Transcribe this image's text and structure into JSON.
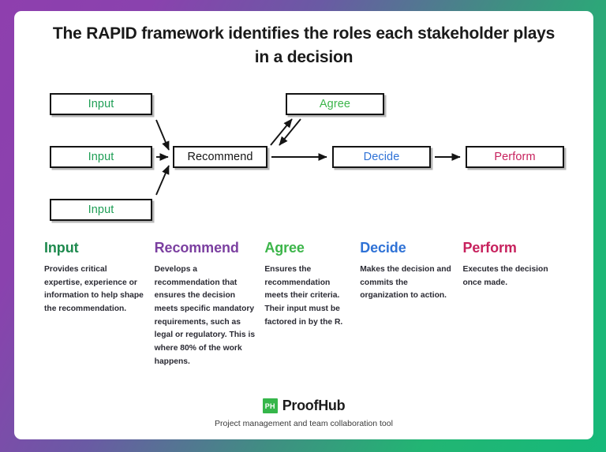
{
  "frame": {
    "gradient_start": "#8e3fae",
    "gradient_mid": "#6a5aa4",
    "gradient_end": "#16b97a"
  },
  "title": "The RAPID framework identifies the roles each stakeholder plays in a decision",
  "diagram": {
    "nodes": [
      {
        "id": "input1",
        "label": "Input",
        "color": "#1e9e55"
      },
      {
        "id": "input2",
        "label": "Input",
        "color": "#1e9e55"
      },
      {
        "id": "input3",
        "label": "Input",
        "color": "#1e9e55"
      },
      {
        "id": "recommend",
        "label": "Recommend",
        "color": "#141414"
      },
      {
        "id": "agree",
        "label": "Agree",
        "color": "#3cb54a"
      },
      {
        "id": "decide",
        "label": "Decide",
        "color": "#2f72d6"
      },
      {
        "id": "perform",
        "label": "Perform",
        "color": "#c7215d"
      }
    ],
    "edges": [
      {
        "from": "input1",
        "to": "recommend",
        "style": "diagonal-down"
      },
      {
        "from": "input2",
        "to": "recommend",
        "style": "straight"
      },
      {
        "from": "input3",
        "to": "recommend",
        "style": "diagonal-up"
      },
      {
        "from": "recommend",
        "to": "agree",
        "style": "diagonal-up"
      },
      {
        "from": "agree",
        "to": "recommend",
        "style": "diagonal-down"
      },
      {
        "from": "recommend",
        "to": "decide",
        "style": "straight"
      },
      {
        "from": "decide",
        "to": "perform",
        "style": "straight"
      }
    ]
  },
  "legend": {
    "columns": [
      {
        "title": "Input",
        "color": "#1e8a4e",
        "body": "Provides critical expertise, experience or information to help shape the recommendation."
      },
      {
        "title": "Recommend",
        "color": "#7b3fa0",
        "body": "Develops a recommendation that ensures the decision meets specific mandatory requirements, such as legal or regulatory. This is where 80% of the work happens."
      },
      {
        "title": "Agree",
        "color": "#3cb54a",
        "body": "Ensures the recommendation meets their criteria. Their input must be factored in by  the R."
      },
      {
        "title": "Decide",
        "color": "#2f72d6",
        "body": "Makes the decision and commits the organization to action."
      },
      {
        "title": "Perform",
        "color": "#c7215d",
        "body": "Executes the decision once made."
      }
    ]
  },
  "footer": {
    "logo_mark": "PH",
    "logo_text": "ProofHub",
    "logo_color": "#35b64a",
    "tagline": "Project management and team collaboration tool"
  }
}
